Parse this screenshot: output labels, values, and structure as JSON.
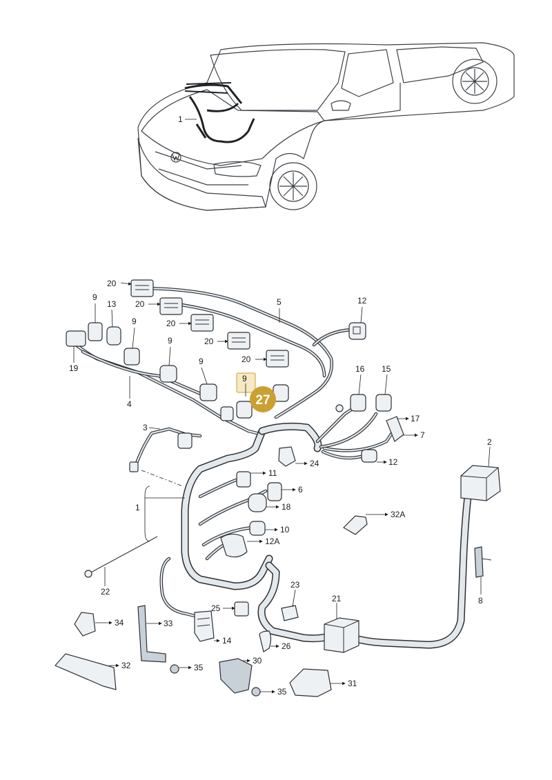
{
  "diagram": {
    "highlight": {
      "label": "27",
      "color": "#c9a031",
      "ref_box_label": "9"
    },
    "labels": {
      "l1_car": "1",
      "l1": "1",
      "l2": "2",
      "l3": "3",
      "l4": "4",
      "l5": "5",
      "l6": "6",
      "l7": "7",
      "l8": "8",
      "l9a": "9",
      "l9b": "9",
      "l9c": "9",
      "l9d": "9",
      "l10": "10",
      "l11": "11",
      "l12a": "12",
      "l12b": "12",
      "l12A": "12A",
      "l13": "13",
      "l14": "14",
      "l15": "15",
      "l16": "16",
      "l17": "17",
      "l18": "18",
      "l19": "19",
      "l20a": "20",
      "l20b": "20",
      "l20c": "20",
      "l20d": "20",
      "l20e": "20",
      "l21": "21",
      "l22": "22",
      "l23": "23",
      "l24": "24",
      "l25": "25",
      "l26": "26",
      "l30": "30",
      "l31": "31",
      "l32": "32",
      "l32A": "32A",
      "l33": "33",
      "l34": "34",
      "l35a": "35",
      "l35b": "35"
    },
    "colors": {
      "line": "#2b2f33",
      "fill": "#eef1f4",
      "accent": "#c9a031"
    }
  }
}
